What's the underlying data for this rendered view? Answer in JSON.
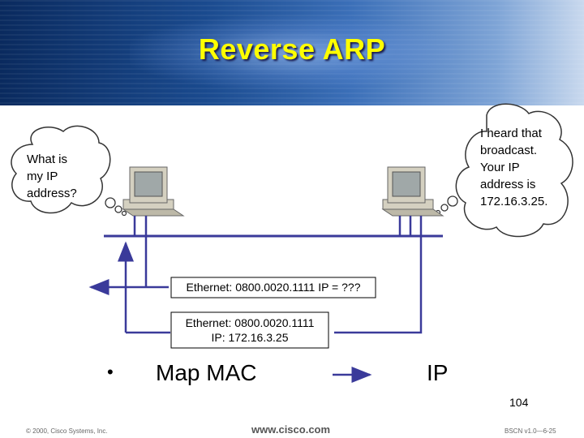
{
  "slide": {
    "title": "Reverse ARP",
    "left_bubble_lines": [
      "What is",
      "my IP",
      "address?"
    ],
    "right_bubble_lines": [
      "I heard that",
      "broadcast.",
      "Your IP",
      "address is",
      "172.16.3.25."
    ],
    "request_frame": "Ethernet: 0800.0020.1111 IP = ???",
    "reply_frame_lines": [
      "Ethernet: 0800.0020.1111",
      "IP: 172.16.3.25"
    ],
    "bullet": "•",
    "map_from": "Map MAC",
    "map_to": "IP",
    "page_number": "104",
    "copyright": "© 2000, Cisco Systems, Inc.",
    "website": "www.cisco.com",
    "course_code": "BSCN v1.0—6-25"
  },
  "colors": {
    "wire": "#3a3a9a",
    "title": "#ffff00",
    "monitor_beige": "#d4d0c0",
    "screen": "#a0a8a8"
  }
}
